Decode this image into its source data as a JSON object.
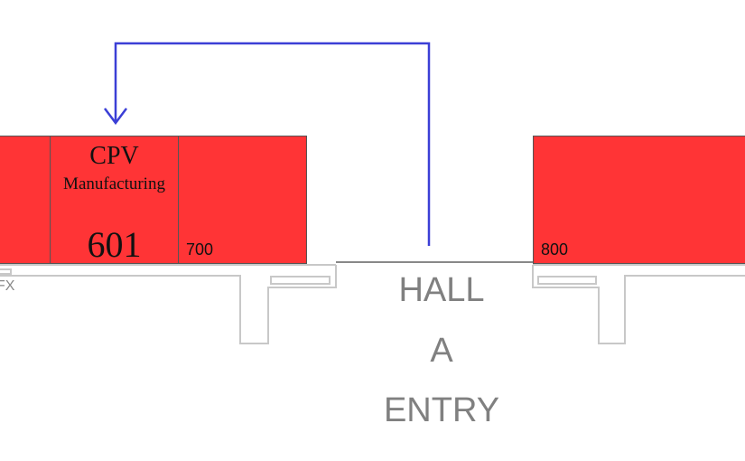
{
  "booths": [
    {
      "id": "left-partial",
      "number": ""
    },
    {
      "id": "601",
      "title": "CPV",
      "subtitle": "Manufacturing",
      "number": "601"
    },
    {
      "id": "700",
      "number": "700"
    },
    {
      "id": "800",
      "number": "800"
    }
  ],
  "hall_entry": {
    "line1": "HALL",
    "line2": "A",
    "line3": "ENTRY"
  },
  "fragment_label": "FX",
  "colors": {
    "booth": "#ff3436",
    "arrow": "#3b3fd6",
    "wall": "#cccccc",
    "hall_text": "#808080"
  }
}
